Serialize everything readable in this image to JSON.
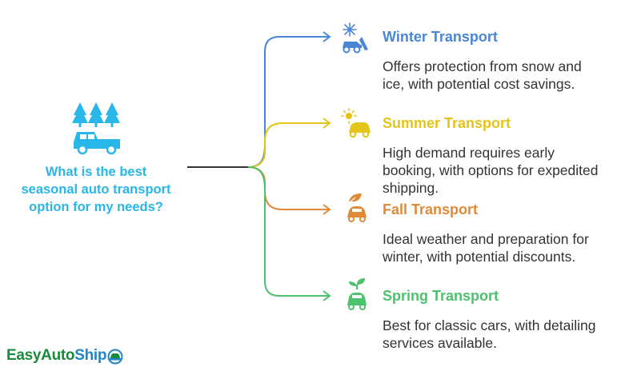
{
  "question": "What is the best seasonal auto transport option for my needs?",
  "colors": {
    "question": "#29b6e8",
    "winter": "#4a86d6",
    "summer": "#e5c419",
    "fall": "#e08a38",
    "spring": "#4cc26e",
    "trunk": "#333333"
  },
  "branches": [
    {
      "key": "winter",
      "title": "Winter Transport",
      "desc": "Offers protection from snow and ice, with potential cost savings.",
      "icon": "snow-truck-icon"
    },
    {
      "key": "summer",
      "title": "Summer Transport",
      "desc": "High demand requires early booking, with options for expedited shipping.",
      "icon": "sun-car-icon"
    },
    {
      "key": "fall",
      "title": "Fall Transport",
      "desc": "Ideal weather and preparation for winter, with potential discounts.",
      "icon": "leaf-car-icon"
    },
    {
      "key": "spring",
      "title": "Spring Transport",
      "desc": "Best for classic cars, with detailing services available.",
      "icon": "sprout-car-icon"
    }
  ],
  "logo": {
    "part1": "EasyAuto",
    "part2": "Ship"
  },
  "main_icon": "trees-pickup-truck-icon"
}
